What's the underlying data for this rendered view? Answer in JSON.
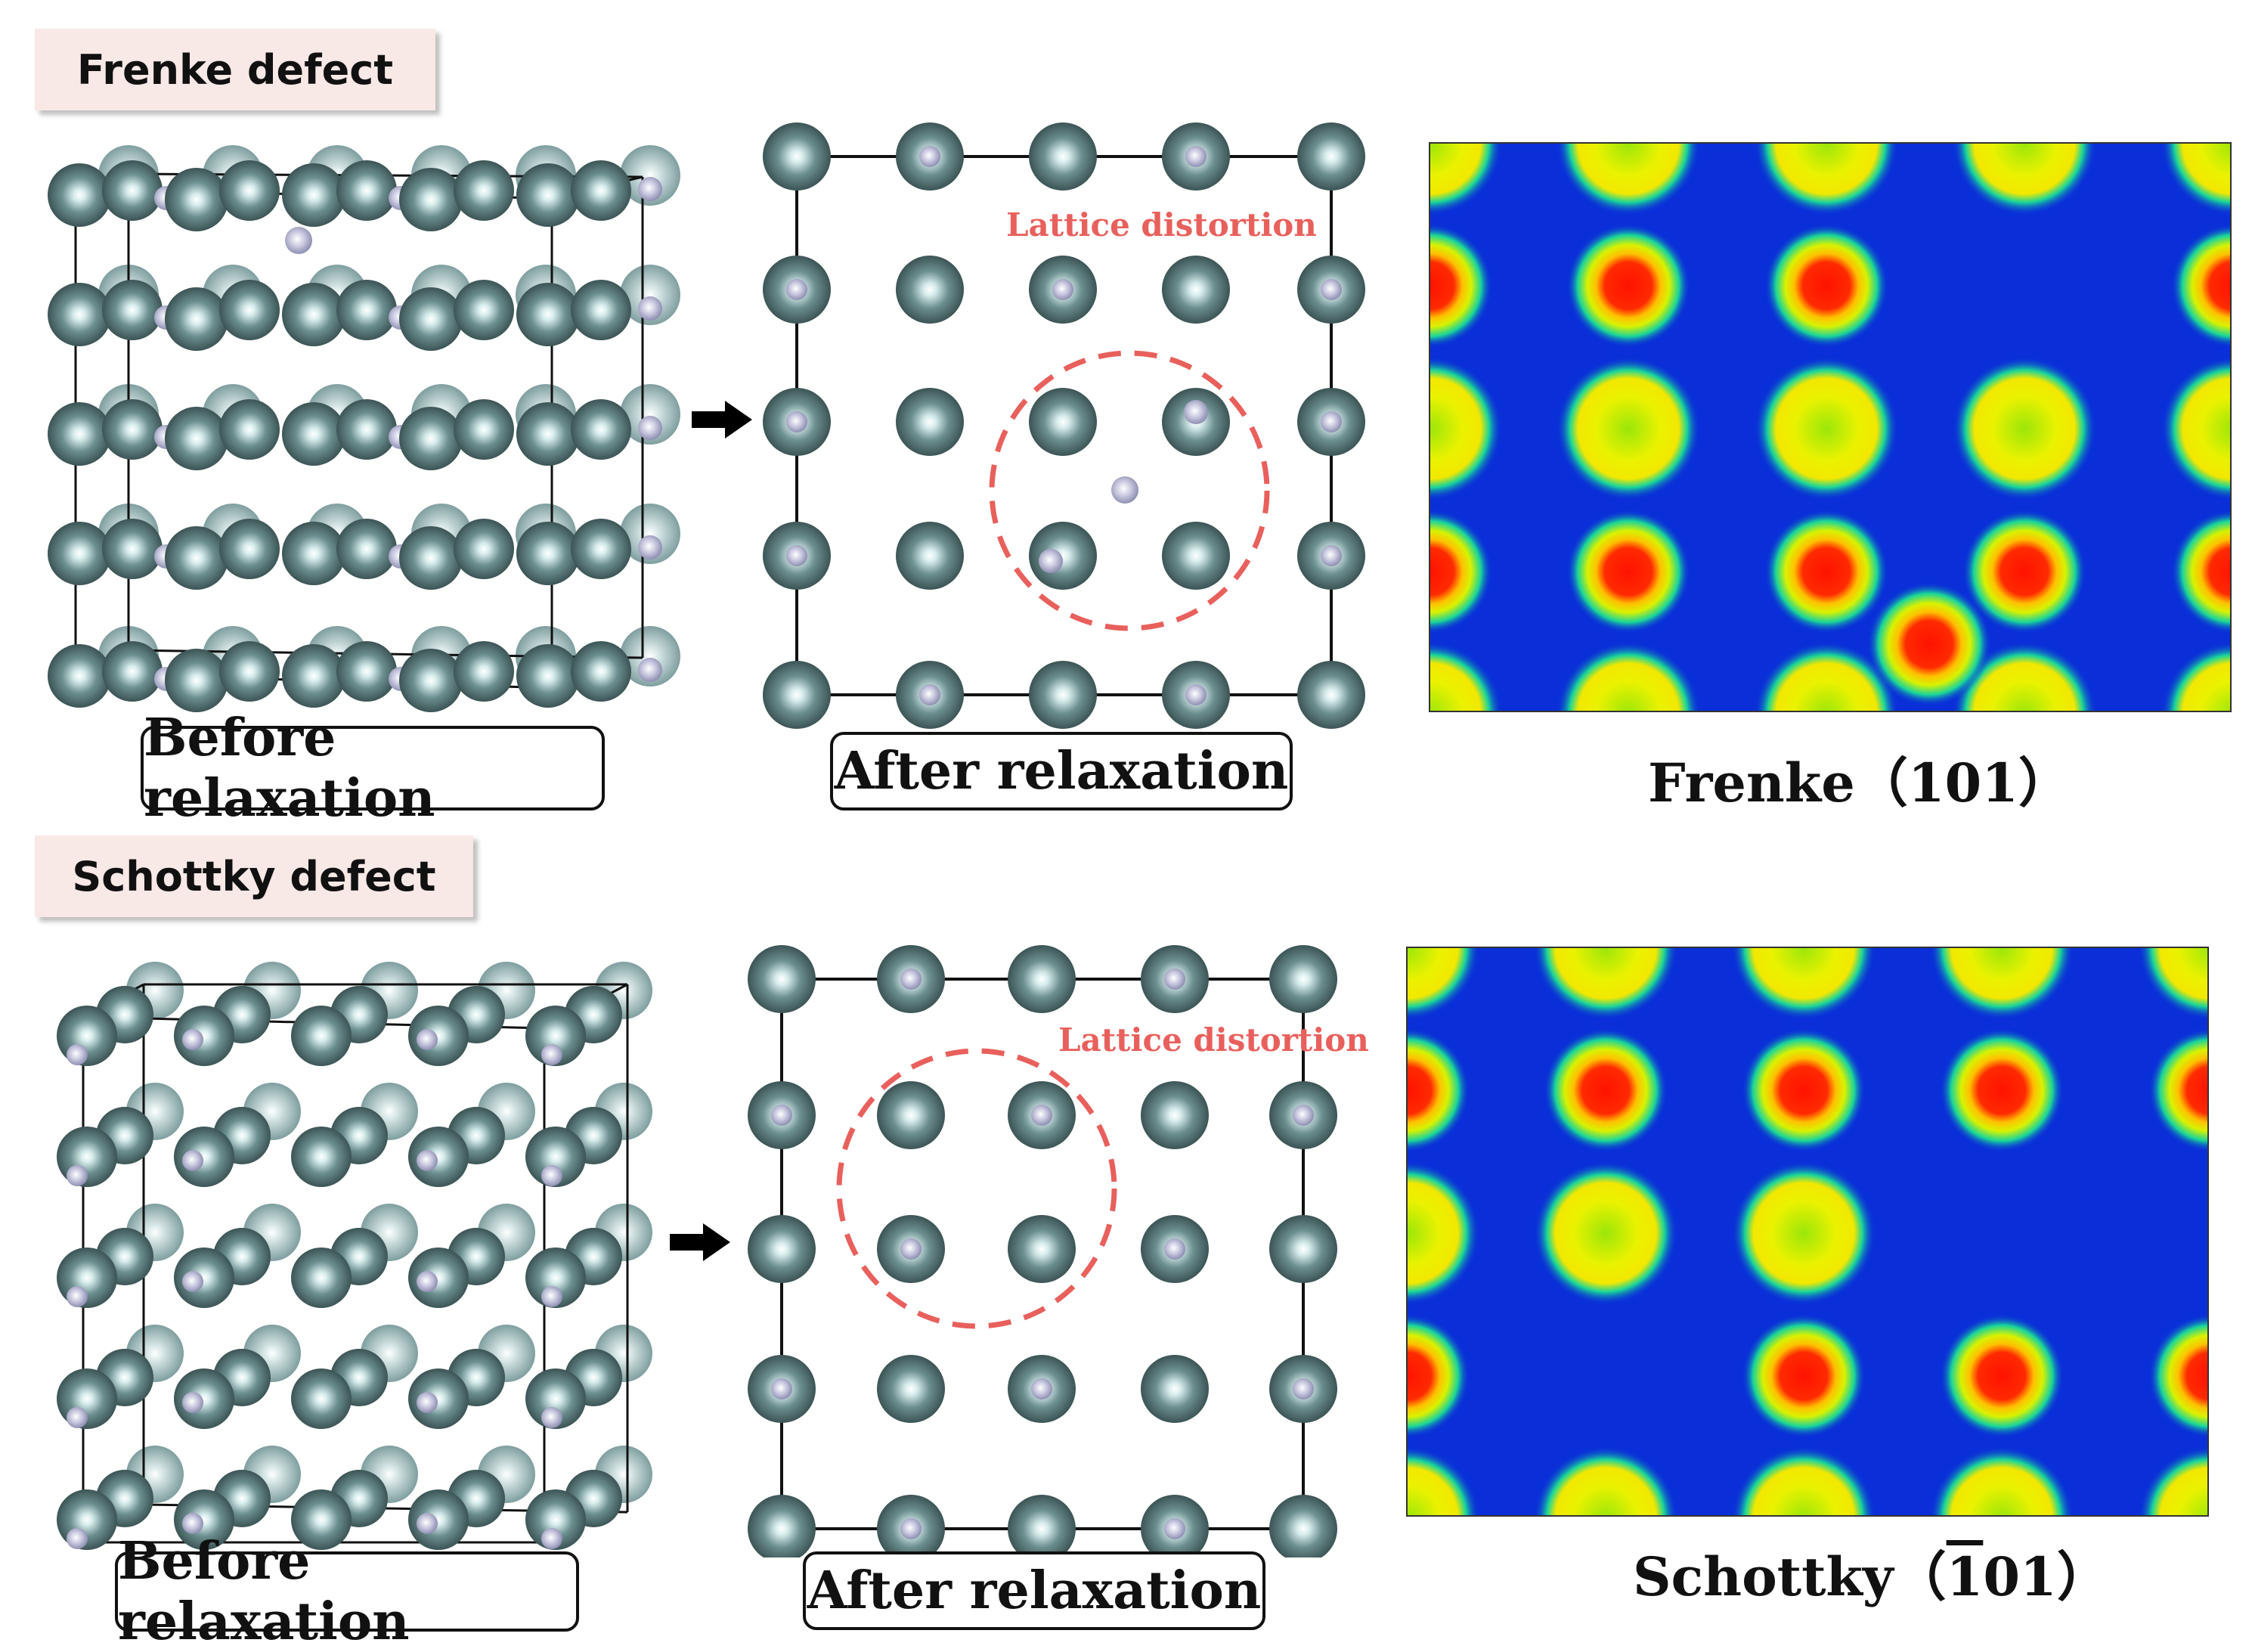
{
  "frenkel": {
    "tag": "Frenke defect",
    "before_label": "Before relaxation",
    "after_label": "After relaxation",
    "distortion_label": "Lattice distortion",
    "map_caption": "Frenke（101）"
  },
  "schottky": {
    "tag": "Schottky defect",
    "before_label": "Before relaxation",
    "after_label": "After relaxation",
    "distortion_label": "Lattice distortion",
    "map_caption_prefix": "Schottky（",
    "map_caption_bar": "1",
    "map_caption_suffix": "01）"
  },
  "colors": {
    "large_atom": "#5f7f80",
    "small_atom": "#b9b9d6",
    "lattice_line": "#111111",
    "distortion": "#e8605c",
    "density_bg": "#0a2fd8",
    "tag_bg": "#f8e8e6"
  },
  "icons": [
    "right-arrow-icon"
  ]
}
